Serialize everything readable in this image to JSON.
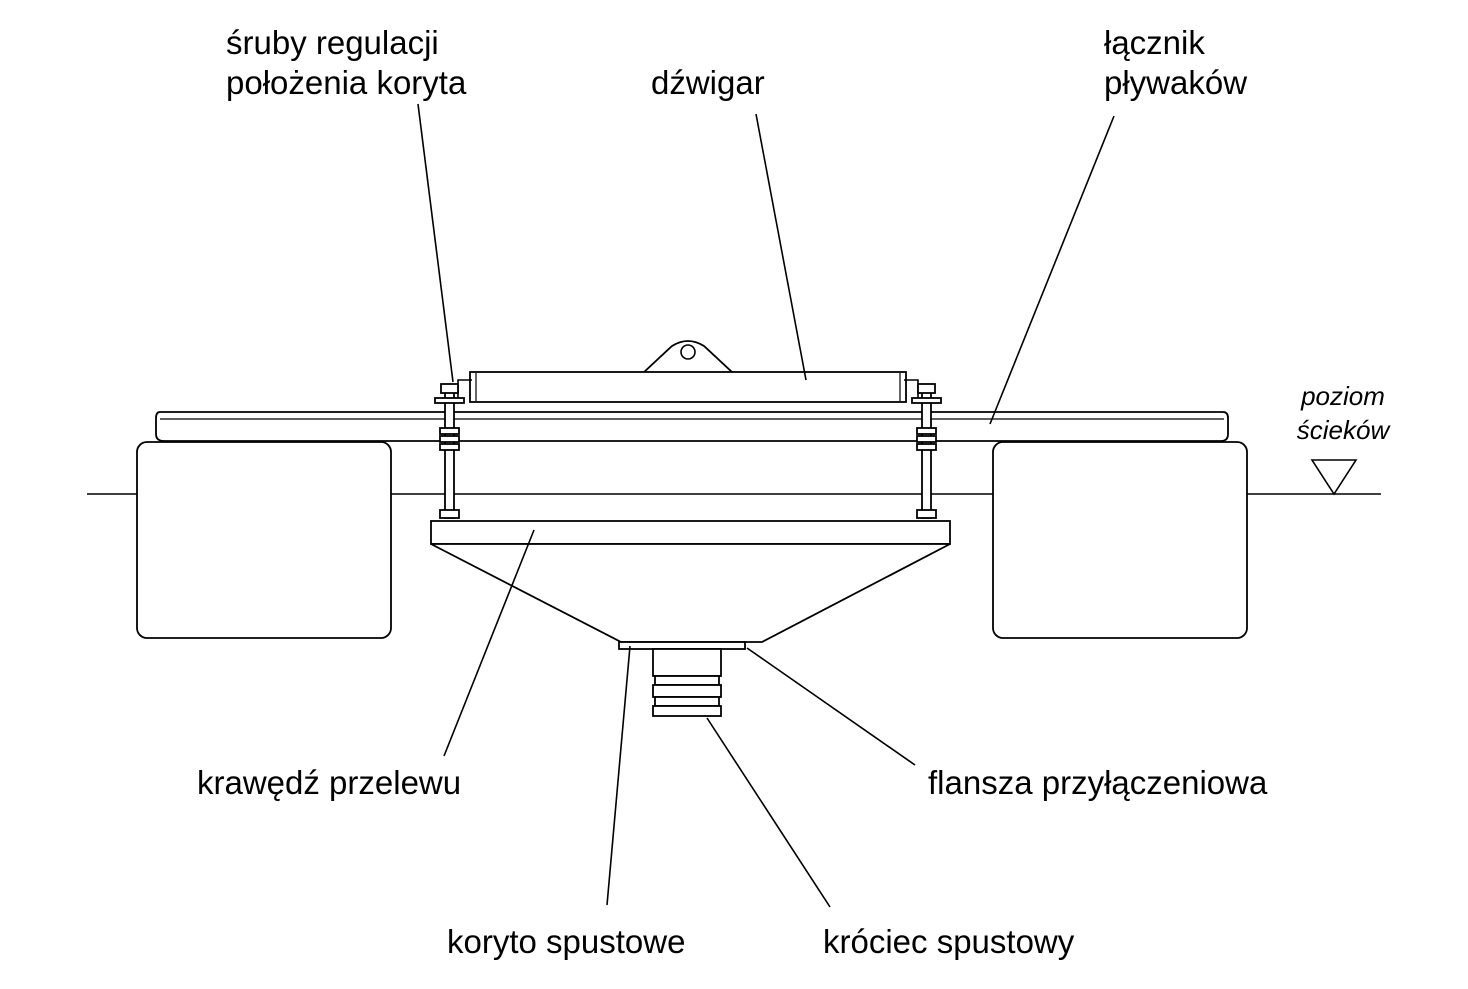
{
  "labels": {
    "screws": [
      "śruby regulacji",
      "położenia koryta"
    ],
    "girder": "dźwigar",
    "float_connector": [
      "łącznik",
      "pływaków"
    ],
    "water_level": [
      "poziom",
      "ścieków"
    ],
    "overflow_edge": "krawędź przelewu",
    "connection_flange": "flansza przyłączeniowa",
    "drain_trough": "koryto spustowe",
    "drain_stub": "króciec spustowy"
  }
}
